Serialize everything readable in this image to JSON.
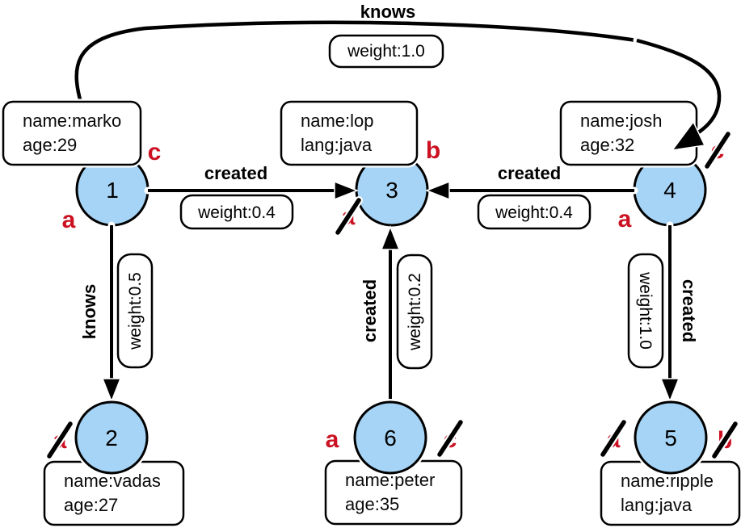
{
  "colors": {
    "vertex_fill": "#a6d4f6",
    "vertex_stroke": "#000000",
    "annotation_red": "#cc1122",
    "edge_black": "#000000",
    "box_fill": "#ffffff"
  },
  "nodes": [
    {
      "id": "1",
      "props": [
        "name:marko",
        "age:29"
      ]
    },
    {
      "id": "2",
      "props": [
        "name:vadas",
        "age:27"
      ]
    },
    {
      "id": "3",
      "props": [
        "name:lop",
        "lang:java"
      ]
    },
    {
      "id": "4",
      "props": [
        "name:josh",
        "age:32"
      ]
    },
    {
      "id": "5",
      "props": [
        "name:ripple",
        "lang:java"
      ]
    },
    {
      "id": "6",
      "props": [
        "name:peter",
        "age:35"
      ]
    }
  ],
  "edges": [
    {
      "from": "1",
      "to": "4",
      "label": "knows",
      "weight": "weight:1.0"
    },
    {
      "from": "1",
      "to": "3",
      "label": "created",
      "weight": "weight:0.4"
    },
    {
      "from": "4",
      "to": "3",
      "label": "created",
      "weight": "weight:0.4"
    },
    {
      "from": "1",
      "to": "2",
      "label": "knows",
      "weight": "weight:0.5"
    },
    {
      "from": "6",
      "to": "3",
      "label": "created",
      "weight": "weight:0.2"
    },
    {
      "from": "4",
      "to": "5",
      "label": "created",
      "weight": "weight:1.0"
    }
  ],
  "annotations": [
    {
      "letter": "c",
      "node": "1",
      "struck": false
    },
    {
      "letter": "a",
      "node": "1",
      "struck": false
    },
    {
      "letter": "b",
      "node": "3",
      "struck": false
    },
    {
      "letter": "a",
      "node": "3",
      "struck": true
    },
    {
      "letter": "c",
      "node": "4",
      "struck": true
    },
    {
      "letter": "a",
      "node": "4",
      "struck": false
    },
    {
      "letter": "a",
      "node": "2",
      "struck": true
    },
    {
      "letter": "a",
      "node": "6",
      "struck": false
    },
    {
      "letter": "c",
      "node": "6",
      "struck": true
    },
    {
      "letter": "a",
      "node": "5",
      "struck": true
    },
    {
      "letter": "b",
      "node": "5",
      "struck": true
    }
  ]
}
